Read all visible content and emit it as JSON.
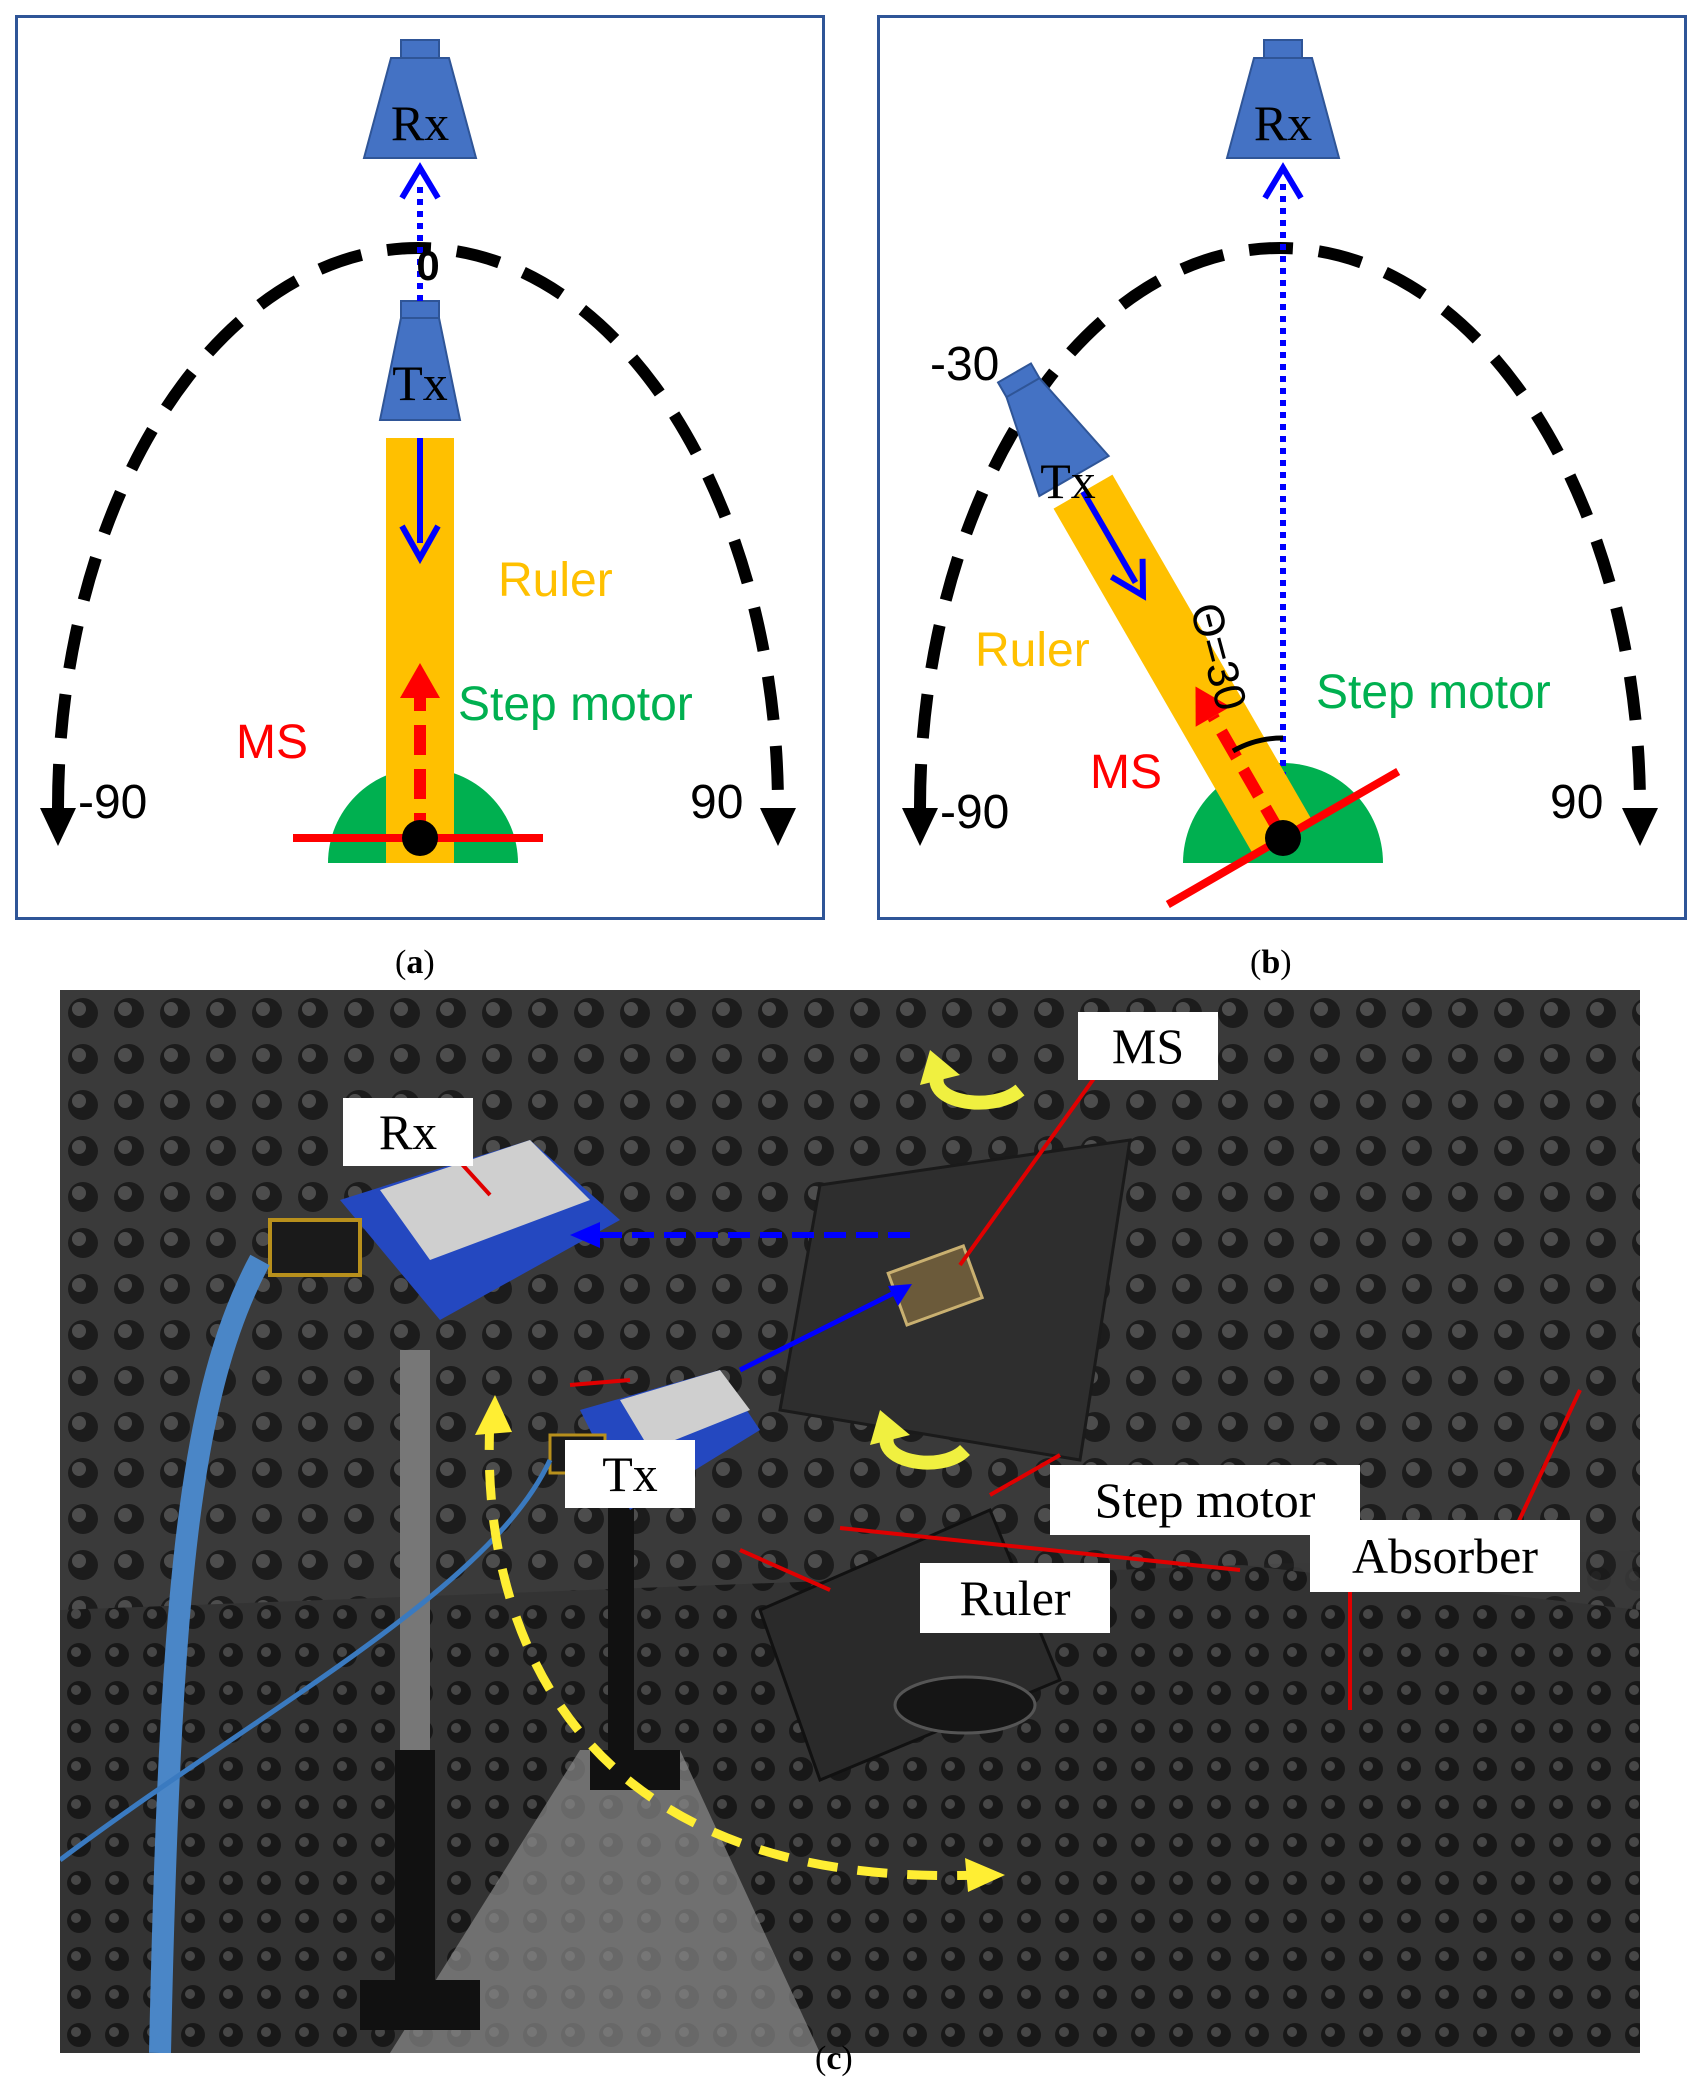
{
  "panel_a": {
    "rx_label": "Rx",
    "tx_label": "Tx",
    "zero_label": "0",
    "ruler_label": "Ruler",
    "ms_label": "MS",
    "step_motor_label": "Step motor",
    "left_angle_label": "-90",
    "right_angle_label": "90",
    "caption_letter": "a"
  },
  "panel_b": {
    "rx_label": "Rx",
    "tx_label": "Tx",
    "angle_label": "-30",
    "theta_label": "Θ=30",
    "ruler_label": "Ruler",
    "ms_label": "MS",
    "step_motor_label": "Step motor",
    "left_angle_label": "-90",
    "right_angle_label": "90",
    "caption_letter": "b"
  },
  "panel_c": {
    "caption_letter": "c",
    "labels": {
      "ms": "MS",
      "rx": "Rx",
      "tx": "Tx",
      "step_motor": "Step motor",
      "absorber": "Absorber",
      "ruler": "Ruler"
    }
  },
  "colors": {
    "horn_blue": "#4472c4",
    "ruler_orange": "#ffc000",
    "motor_green": "#00b050",
    "ms_red": "#ff0000",
    "arrow_blue": "#0000ff",
    "label_green": "#00b050",
    "label_orange": "#ffc000",
    "absorber_dark": "#2b2b2b",
    "mount_blue": "#2448c0"
  }
}
